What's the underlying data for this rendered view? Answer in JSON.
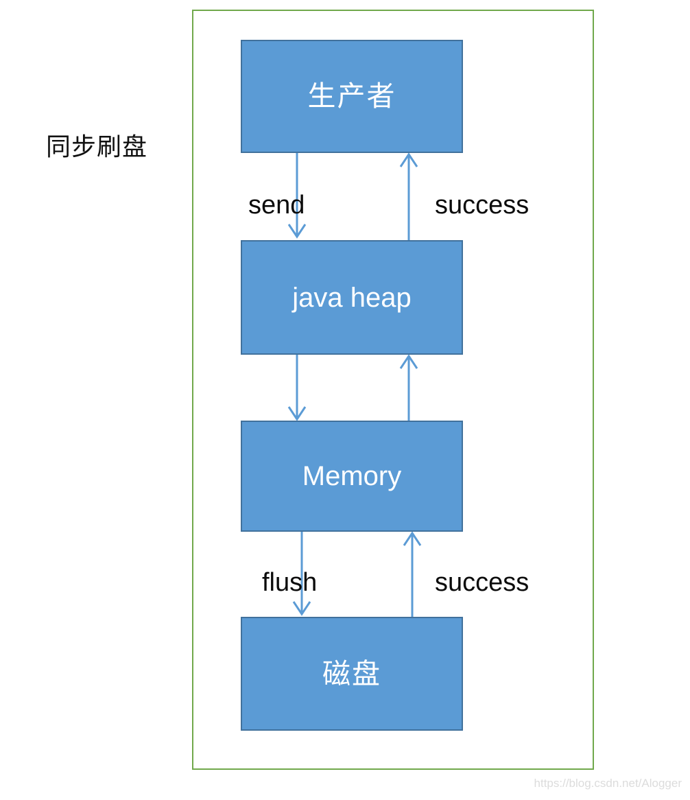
{
  "diagram": {
    "caption": "同步刷盘",
    "frame_color": "#70a84b",
    "node_fill": "#5b9bd5",
    "node_border": "#41719c",
    "arrow_color": "#5b9bd5",
    "nodes": [
      {
        "id": "producer",
        "label": "生产者"
      },
      {
        "id": "java-heap",
        "label": "java heap"
      },
      {
        "id": "memory",
        "label": "Memory"
      },
      {
        "id": "disk",
        "label": "磁盘"
      }
    ],
    "edges": [
      {
        "id": "send",
        "from": "producer",
        "to": "java-heap",
        "label": "send",
        "direction": "down"
      },
      {
        "id": "success-top",
        "from": "java-heap",
        "to": "producer",
        "label": "success",
        "direction": "up"
      },
      {
        "id": "heap-to-memory",
        "from": "java-heap",
        "to": "memory",
        "label": "",
        "direction": "down"
      },
      {
        "id": "memory-to-heap",
        "from": "memory",
        "to": "java-heap",
        "label": "",
        "direction": "up"
      },
      {
        "id": "flush",
        "from": "memory",
        "to": "disk",
        "label": "flush",
        "direction": "down"
      },
      {
        "id": "success-bottom",
        "from": "disk",
        "to": "memory",
        "label": "success",
        "direction": "up"
      }
    ]
  },
  "watermark": {
    "text": "https://blog.csdn.net/Alogger"
  }
}
